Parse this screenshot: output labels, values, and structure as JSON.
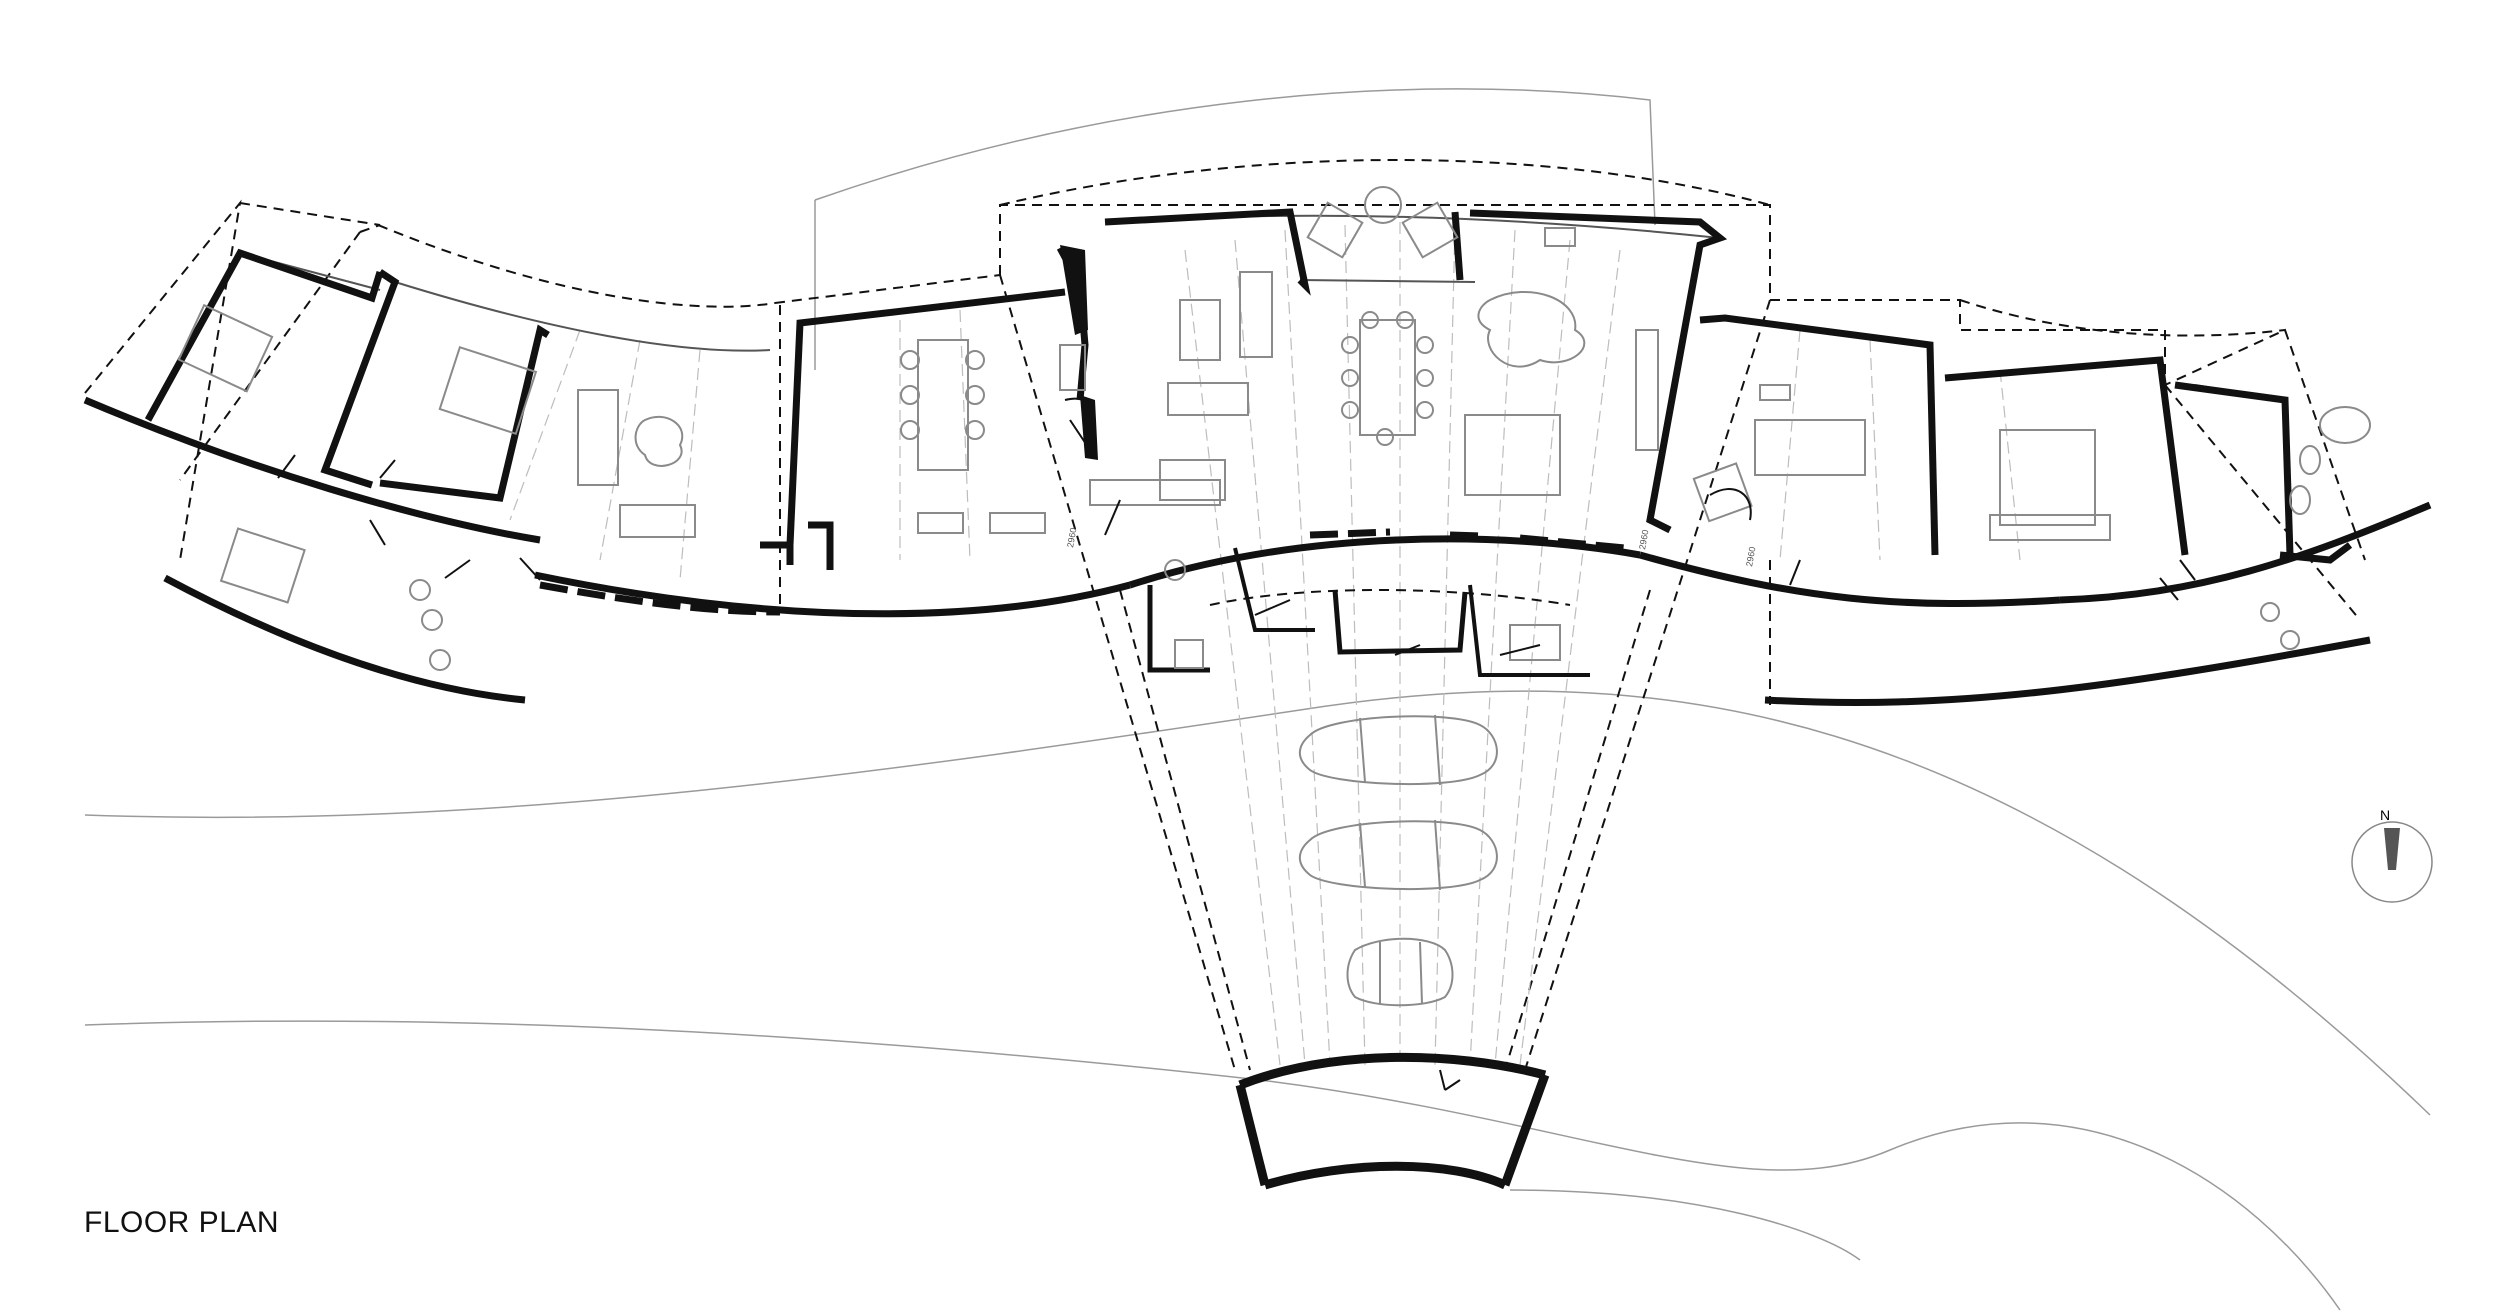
{
  "drawing_title": "FLOOR PLAN",
  "north_arrow": {
    "letter": "N"
  },
  "dimension_marks": [
    "2960",
    "2960",
    "2960"
  ],
  "colors": {
    "wall": "#111111",
    "thin": "#777777",
    "dashed": "#111111",
    "furniture": "#8a8a8a",
    "grid": "#b8b8b8"
  }
}
